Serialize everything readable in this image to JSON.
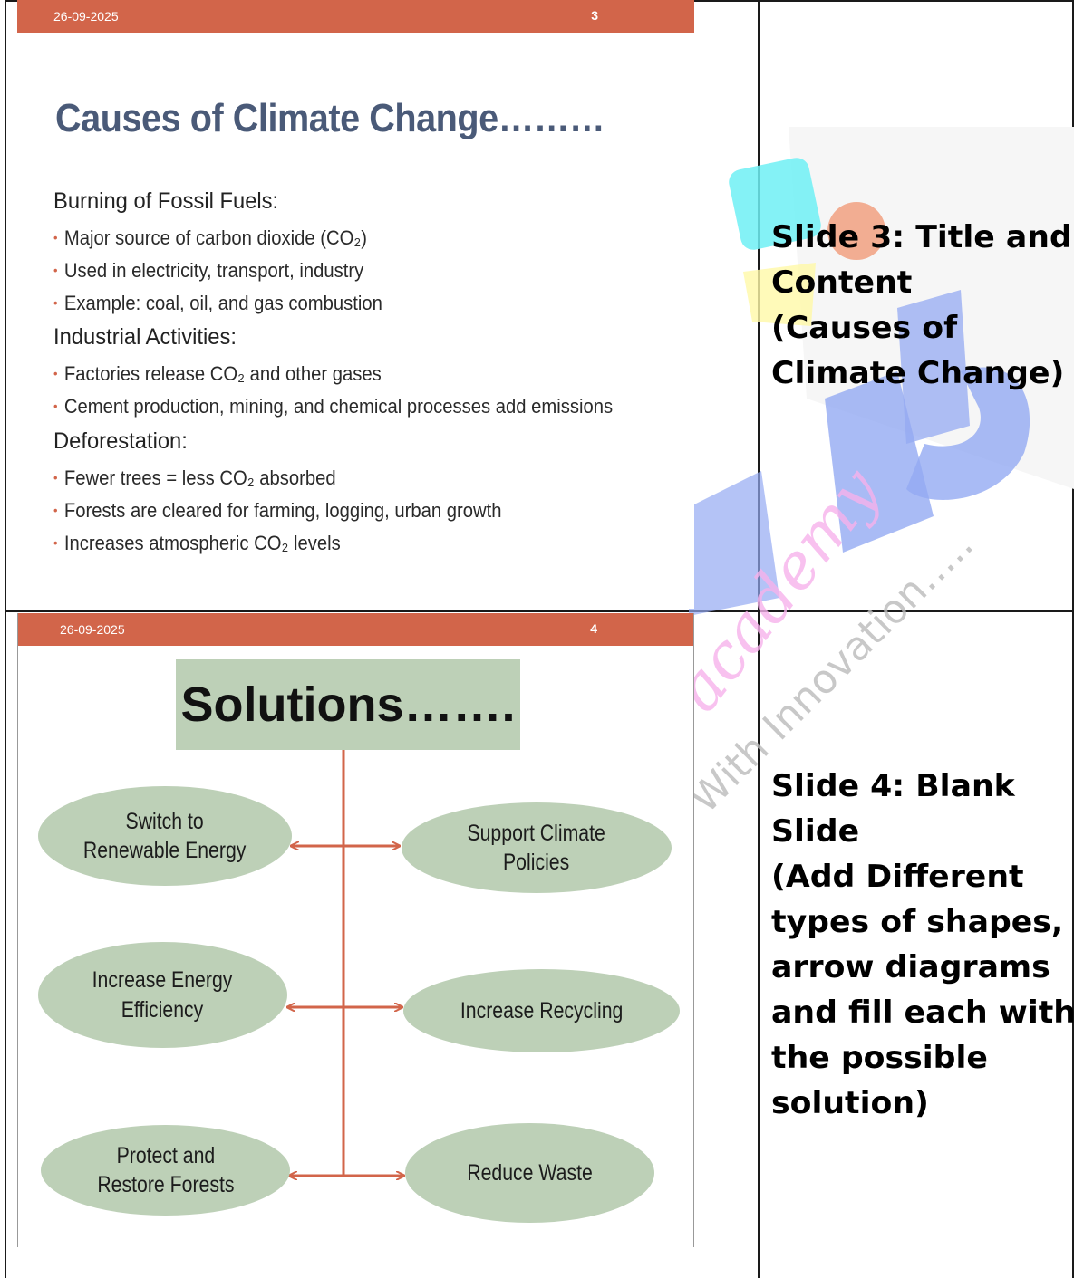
{
  "slide3": {
    "date": "26-09-2025",
    "number": "3",
    "title": "Causes of Climate Change………",
    "sections": [
      {
        "heading": "Burning of Fossil Fuels:",
        "bullets": [
          "Major source of carbon dioxide (CO₂)",
          "Used in electricity, transport, industry",
          "Example: coal, oil, and gas combustion"
        ]
      },
      {
        "heading": "Industrial Activities:",
        "bullets": [
          "Factories release CO₂ and other gases",
          "Cement production, mining, and chemical processes add emissions"
        ]
      },
      {
        "heading": "Deforestation:",
        "bullets": [
          "Fewer trees = less CO₂ absorbed",
          "Forests are cleared for farming, logging, urban growth",
          "Increases atmospheric CO₂ levels"
        ]
      }
    ]
  },
  "slide4": {
    "date": "26-09-2025",
    "number": "4",
    "title": "Solutions…….",
    "left": [
      [
        "Switch to",
        "Renewable Energy"
      ],
      [
        "Increase Energy",
        "Efficiency"
      ],
      [
        "Protect and",
        "Restore Forests"
      ]
    ],
    "right": [
      [
        "Support Climate",
        "Policies"
      ],
      [
        "Increase Recycling"
      ],
      [
        "Reduce Waste"
      ]
    ]
  },
  "instructions": {
    "slide3": [
      "Slide 3: Title and",
      "Content",
      "(Causes of",
      "Climate Change)"
    ],
    "slide4": [
      "Slide 4: Blank",
      "Slide",
      "(Add Different",
      "types of shapes,",
      "arrow diagrams",
      "and fill each with",
      "the possible",
      "solution)"
    ]
  },
  "watermark": {
    "text": "With Innovation…..",
    "script_text": "academy"
  },
  "colors": {
    "header": "#d2654a",
    "shape_fill": "#bdd0b7",
    "title": "#4a5a78",
    "arrow": "#d2654a"
  }
}
